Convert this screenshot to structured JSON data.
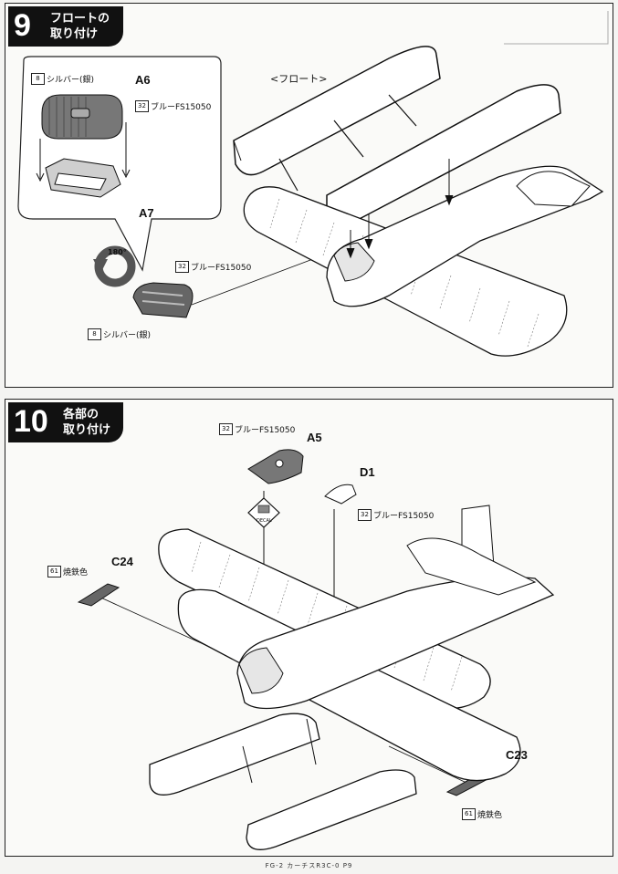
{
  "step9": {
    "number": "9",
    "title_line1": "フロートの",
    "title_line2": "取り付け",
    "float_label": "<フロート>",
    "inset": {
      "a6": "A6",
      "a7": "A7",
      "silver_num": "8",
      "silver_label": "シルバー(銀)",
      "blue_num": "32",
      "blue_label": "ブルーFS15050"
    },
    "rotate_label": "180°",
    "lower": {
      "blue_num": "32",
      "blue_label": "ブルーFS15050",
      "silver_num": "8",
      "silver_label": "シルバー(銀)"
    }
  },
  "step10": {
    "number": "10",
    "title_line1": "各部の",
    "title_line2": "取り付け",
    "a5": "A5",
    "a5_num": "32",
    "a5_color": "ブルーFS15050",
    "d1": "D1",
    "d1_num": "32",
    "d1_color": "ブルーFS15050",
    "c24": "C24",
    "c24_num": "61",
    "c24_color": "焼鉄色",
    "c23": "C23",
    "c23_num": "61",
    "c23_color": "焼鉄色",
    "decal_label": "DECAL"
  },
  "footer": "FG-2 カーチスR3C-0 P9",
  "colors": {
    "ink": "#111111",
    "paper": "#fafaf8",
    "part_shade": "#6e6e6e"
  }
}
